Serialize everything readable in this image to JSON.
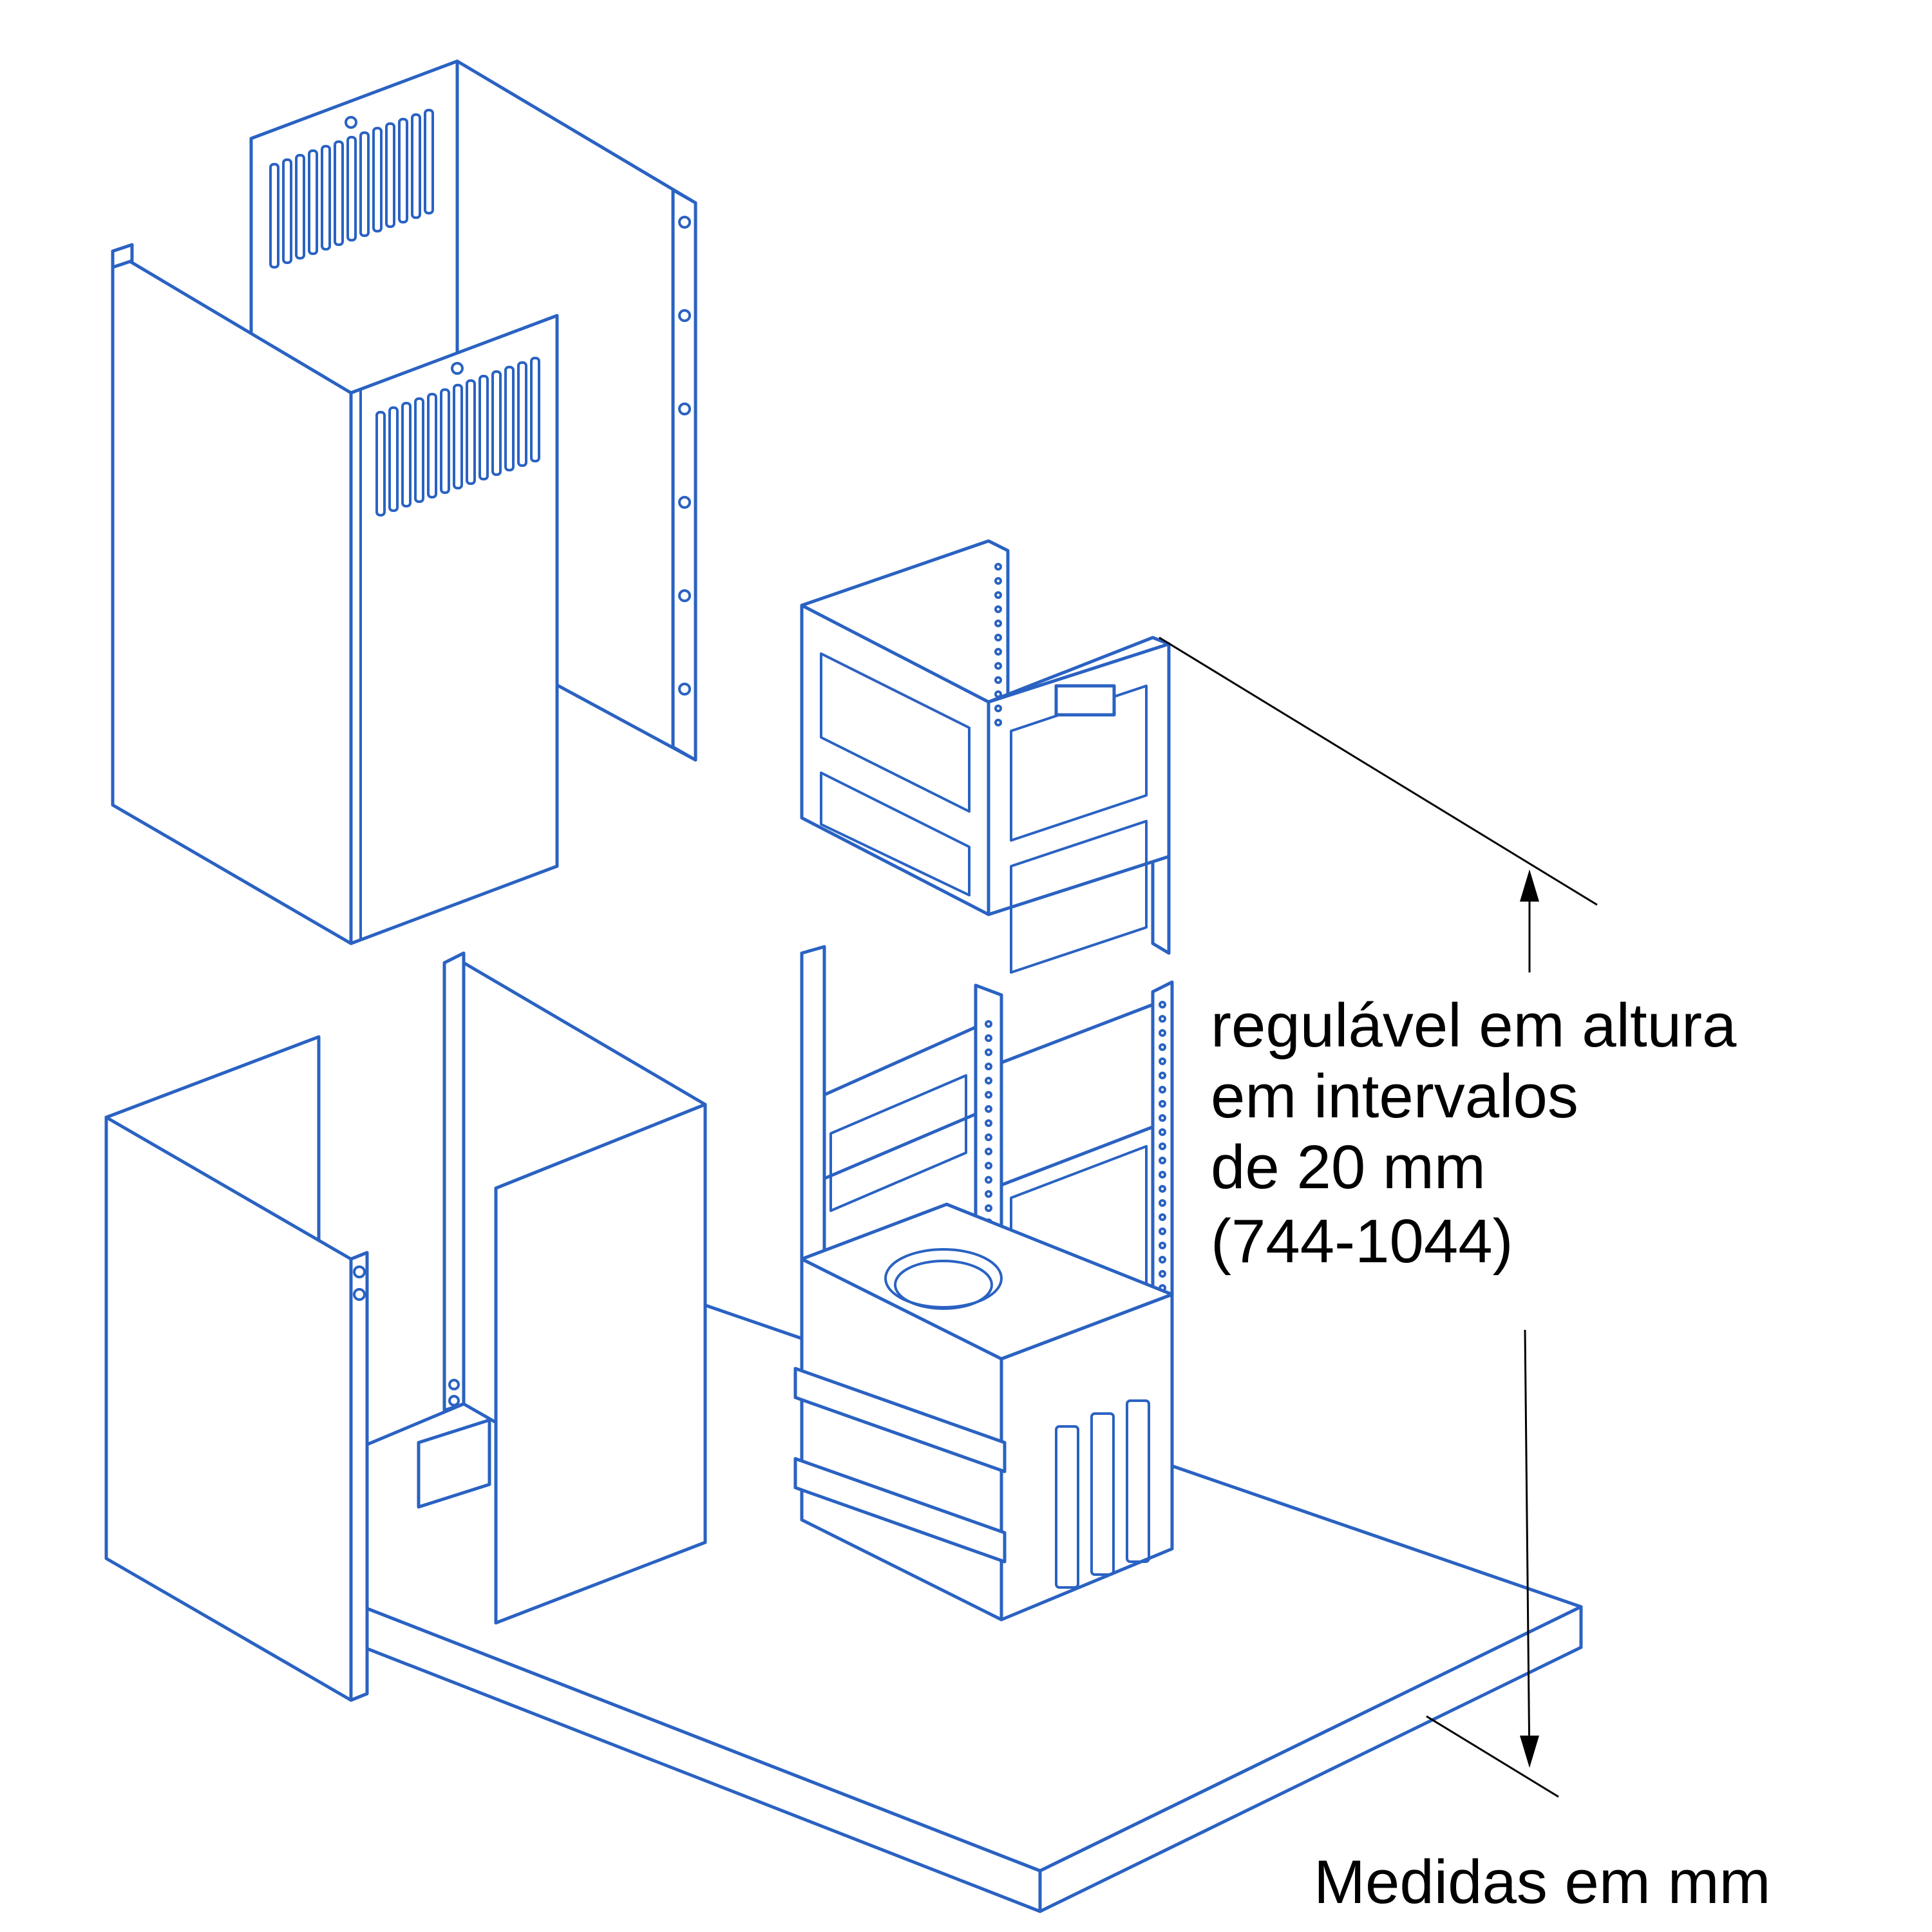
{
  "colors": {
    "line": "#2a62c2",
    "dimension": "#000000",
    "background": "#ffffff"
  },
  "annotation": {
    "line1": "regulável em altura",
    "line2": "em intervalos",
    "line3": "de 20 mm",
    "line4": "(744-1044)"
  },
  "footer": {
    "units": "Medidas em mm"
  }
}
